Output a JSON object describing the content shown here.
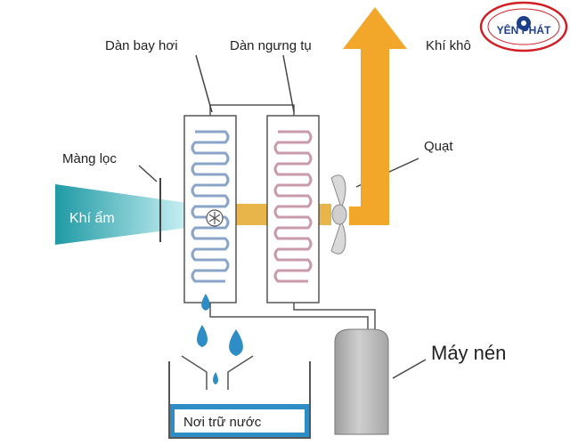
{
  "logo": {
    "text": "YÊN PHÁT"
  },
  "labels": {
    "evaporator": "Dàn bay hơi",
    "condenser": "Dàn ngưng tụ",
    "dry_air": "Khí khô",
    "filter": "Màng lọc",
    "fan": "Quạt",
    "humid_air": "Khí ẩm",
    "compressor": "Máy nén",
    "water_tank": "Nơi trữ nước"
  },
  "colors": {
    "humid_air_gradient": [
      "#1f9aa4",
      "#c9f0f3"
    ],
    "airflow": "#e7b54a",
    "dry_air_arrow": "#f3a72a",
    "evaporator_coil": "#8aa4c9",
    "condenser_coil": "#c99aa8",
    "water": "#2e8dc4",
    "compressor": "#b5b5b5"
  },
  "icons": [
    "snowflake-icon",
    "fan-icon",
    "water-drop-icon"
  ]
}
